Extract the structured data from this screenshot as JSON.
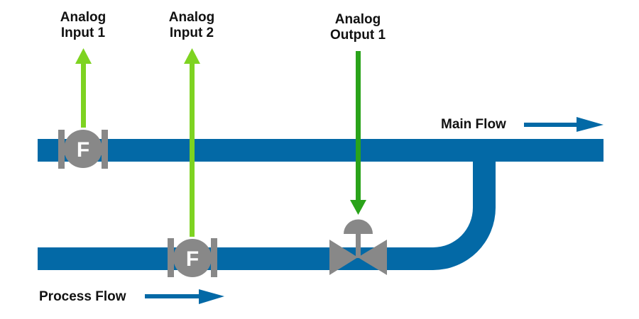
{
  "colors": {
    "pipe": "#0369a6",
    "input_arrow": "#7ed321",
    "output_arrow": "#2aa31a",
    "instrument": "#888888",
    "text": "#111111"
  },
  "signals": [
    {
      "line1": "Analog",
      "line2": "Input 1",
      "direction": "up"
    },
    {
      "line1": "Analog",
      "line2": "Input 2",
      "direction": "up"
    },
    {
      "line1": "Analog",
      "line2": "Output 1",
      "direction": "down"
    }
  ],
  "meters": [
    {
      "letter": "F",
      "type": "flow-meter",
      "pipe": "main"
    },
    {
      "letter": "F",
      "type": "flow-meter",
      "pipe": "process"
    }
  ],
  "valve": {
    "type": "control-valve",
    "pipe": "process"
  },
  "flows": {
    "main": "Main Flow",
    "process": "Process Flow"
  }
}
